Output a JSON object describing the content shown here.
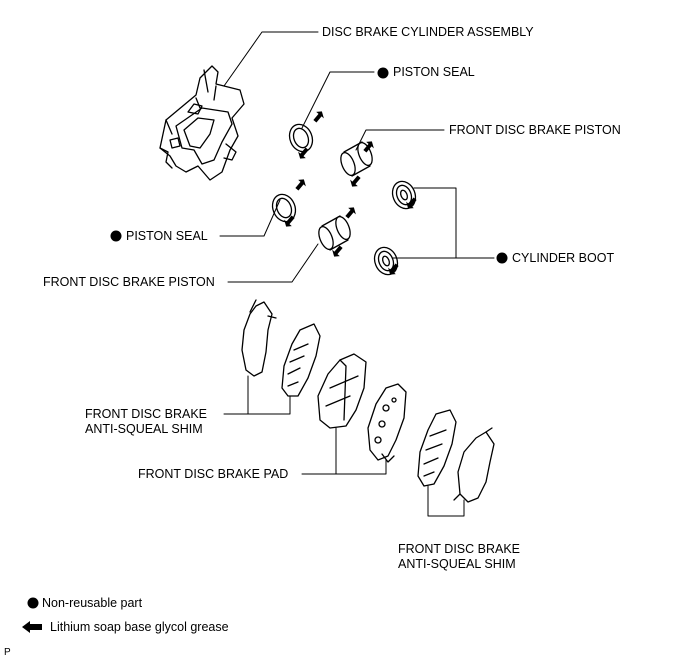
{
  "labels": {
    "caliper": "DISC BRAKE CYLINDER ASSEMBLY",
    "piston_seal_upper": "PISTON SEAL",
    "piston_upper": "FRONT DISC BRAKE PISTON",
    "piston_seal_lower": "PISTON SEAL",
    "cylinder_boot": "CYLINDER BOOT",
    "piston_lower": "FRONT DISC BRAKE PISTON",
    "shim_left": [
      "FRONT DISC BRAKE",
      "ANTI-SQUEAL SHIM"
    ],
    "pad": "FRONT DISC BRAKE PAD",
    "shim_right": [
      "FRONT DISC BRAKE",
      "ANTI-SQUEAL SHIM"
    ]
  },
  "legend": {
    "non_reusable": "Non-reusable part",
    "grease": "Lithium soap base glycol grease"
  },
  "corner_mark": "P",
  "symbols": {
    "non_reusable": "filled-circle-icon",
    "grease": "black-arrow-icon"
  }
}
